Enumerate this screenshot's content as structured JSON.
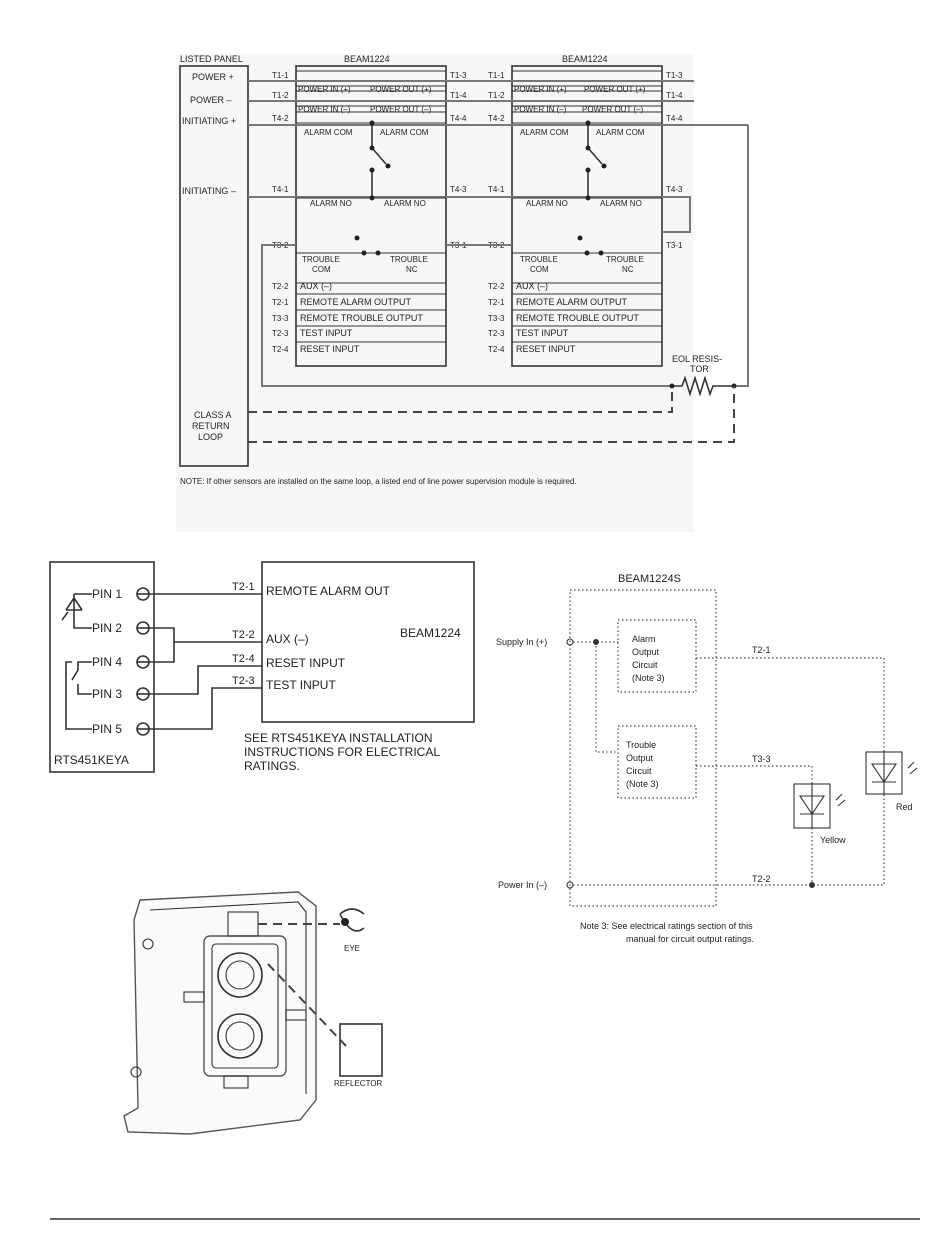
{
  "wiring": {
    "panel_title": "LISTED PANEL",
    "panel_labels": [
      "POWER +",
      "POWER –",
      "INITIATING +",
      "INITIATING –"
    ],
    "class_a": [
      "CLASS A",
      "RETURN",
      "LOOP"
    ],
    "module_title": "BEAM1224",
    "t_left": [
      "T1-1",
      "T1-2",
      "T4-2",
      "T4-1",
      "T3-2"
    ],
    "t_right": [
      "T1-3",
      "T1-4",
      "T4-4",
      "T4-3",
      "T3-1"
    ],
    "power_in_pos": "POWER IN (+)",
    "power_out_pos": "POWER OUT (+)",
    "power_in_neg": "POWER IN (–)",
    "power_out_neg": "POWER OUT (–)",
    "alarm_com": "ALARM COM",
    "alarm_no": "ALARM NO",
    "trouble_com": [
      "TROUBLE",
      "COM"
    ],
    "trouble_nc": [
      "TROUBLE",
      "NC"
    ],
    "aux_terms": [
      "T2-2",
      "T2-1",
      "T3-3",
      "T2-3",
      "T2-4"
    ],
    "aux_labels": [
      "AUX (–)",
      "REMOTE ALARM OUTPUT",
      "REMOTE TROUBLE OUTPUT",
      "TEST INPUT",
      "RESET INPUT"
    ],
    "eol": [
      "EOL RESIS-",
      "TOR"
    ],
    "note": "NOTE: If other sensors are installed on the same loop, a listed end of line power supervision module is required."
  },
  "rts": {
    "device_label": "RTS451KEYA",
    "pins": [
      "PIN 1",
      "PIN 2",
      "PIN 4",
      "PIN 3",
      "PIN 5"
    ],
    "terms": [
      "T2-1",
      "T2-2",
      "T2-4",
      "T2-3"
    ],
    "labels": [
      "REMOTE ALARM OUT",
      "AUX (–)",
      "RESET INPUT",
      "TEST INPUT"
    ],
    "module": "BEAM1224",
    "see": [
      "SEE RTS451KEYA INSTALLATION",
      "INSTRUCTIONS FOR ELECTRICAL",
      "RATINGS."
    ]
  },
  "schematic": {
    "title": "BEAM1224S",
    "supply_in": "Supply In (+)",
    "power_in_neg": "Power In (–)",
    "circuit1": [
      "Alarm",
      "Output",
      "Circuit",
      "(Note 3)"
    ],
    "circuit2": [
      "Trouble",
      "Output",
      "Circuit",
      "(Note 3)"
    ],
    "t21": "T2-1",
    "t33": "T3-3",
    "t22": "T2-2",
    "yellow": "Yellow",
    "red": "Red",
    "note3": [
      "Note 3:  See electrical ratings section of this",
      "manual for circuit output ratings."
    ]
  },
  "detector": {
    "eye": "EYE",
    "reflector": "REFLECTOR"
  }
}
